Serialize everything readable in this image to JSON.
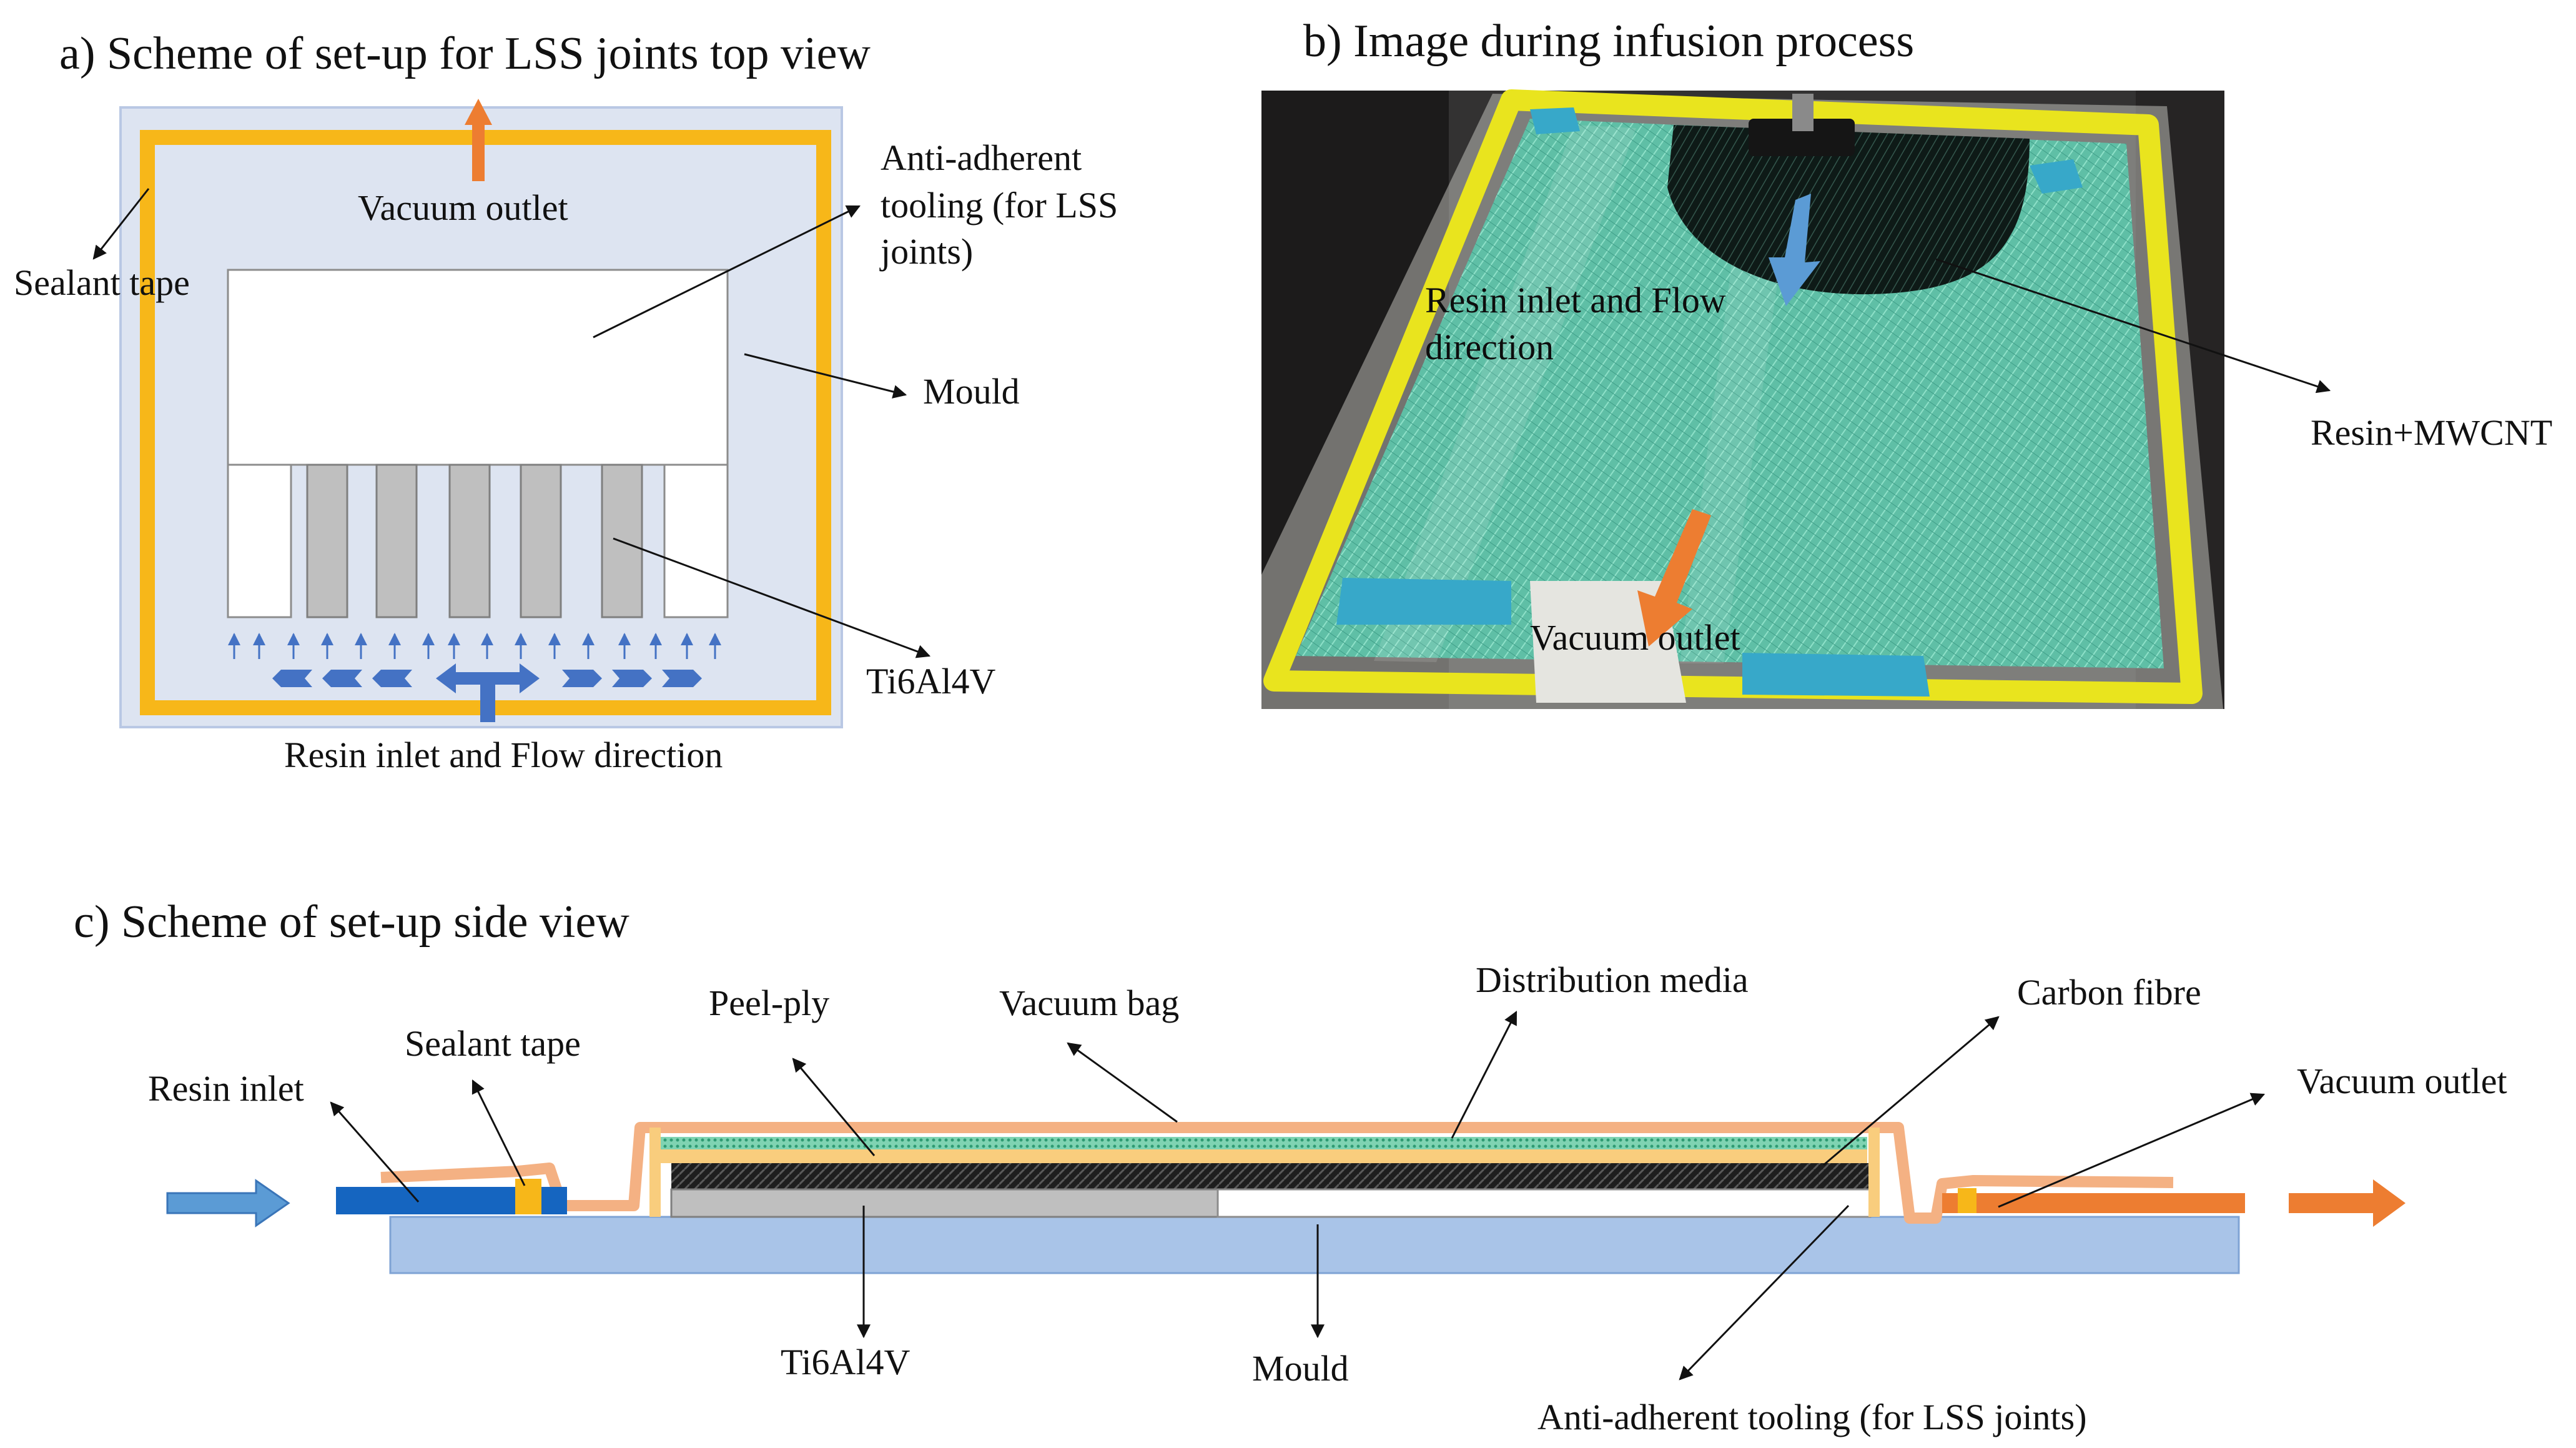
{
  "panel_a": {
    "title": "a) Scheme of set-up for LSS joints top view",
    "vacuum_outlet": "Vacuum outlet",
    "sealant_tape": "Sealant tape",
    "anti_adherent_line1": "Anti-adherent",
    "anti_adherent_line2": "tooling (for LSS",
    "anti_adherent_line3": "joints)",
    "mould": "Mould",
    "ti6al4v": "Ti6Al4V",
    "resin_inlet": "Resin inlet and Flow direction"
  },
  "panel_b": {
    "title": "b) Image during infusion process",
    "resin_flow_line1": "Resin inlet and Flow",
    "resin_flow_line2": "direction",
    "vacuum_outlet": "Vacuum outlet",
    "resin_mwcnt": "Resin+MWCNT"
  },
  "panel_c": {
    "title": "c) Scheme of set-up side view",
    "peel_ply": "Peel-ply",
    "vacuum_bag": "Vacuum bag",
    "distribution_media": "Distribution media",
    "carbon_fibre": "Carbon fibre",
    "sealant_tape": "Sealant tape",
    "resin_inlet": "Resin inlet",
    "vacuum_outlet": "Vacuum outlet",
    "ti6al4v": "Ti6Al4V",
    "mould": "Mould",
    "anti_adherent": "Anti-adherent tooling (for LSS joints)"
  },
  "colors": {
    "sealant_tape": "#f7b719",
    "bag_region": "#dde4f1",
    "vacuum_arrow": "#ed7d31",
    "resin_arrow": "#4472c4",
    "titanium": "#bfbfbf",
    "bag_film": "#f4b183",
    "distribution_media": "#7fd3b2",
    "carbon_fibre": "#1f1f1f",
    "mould_base": "#a9c4e8"
  }
}
